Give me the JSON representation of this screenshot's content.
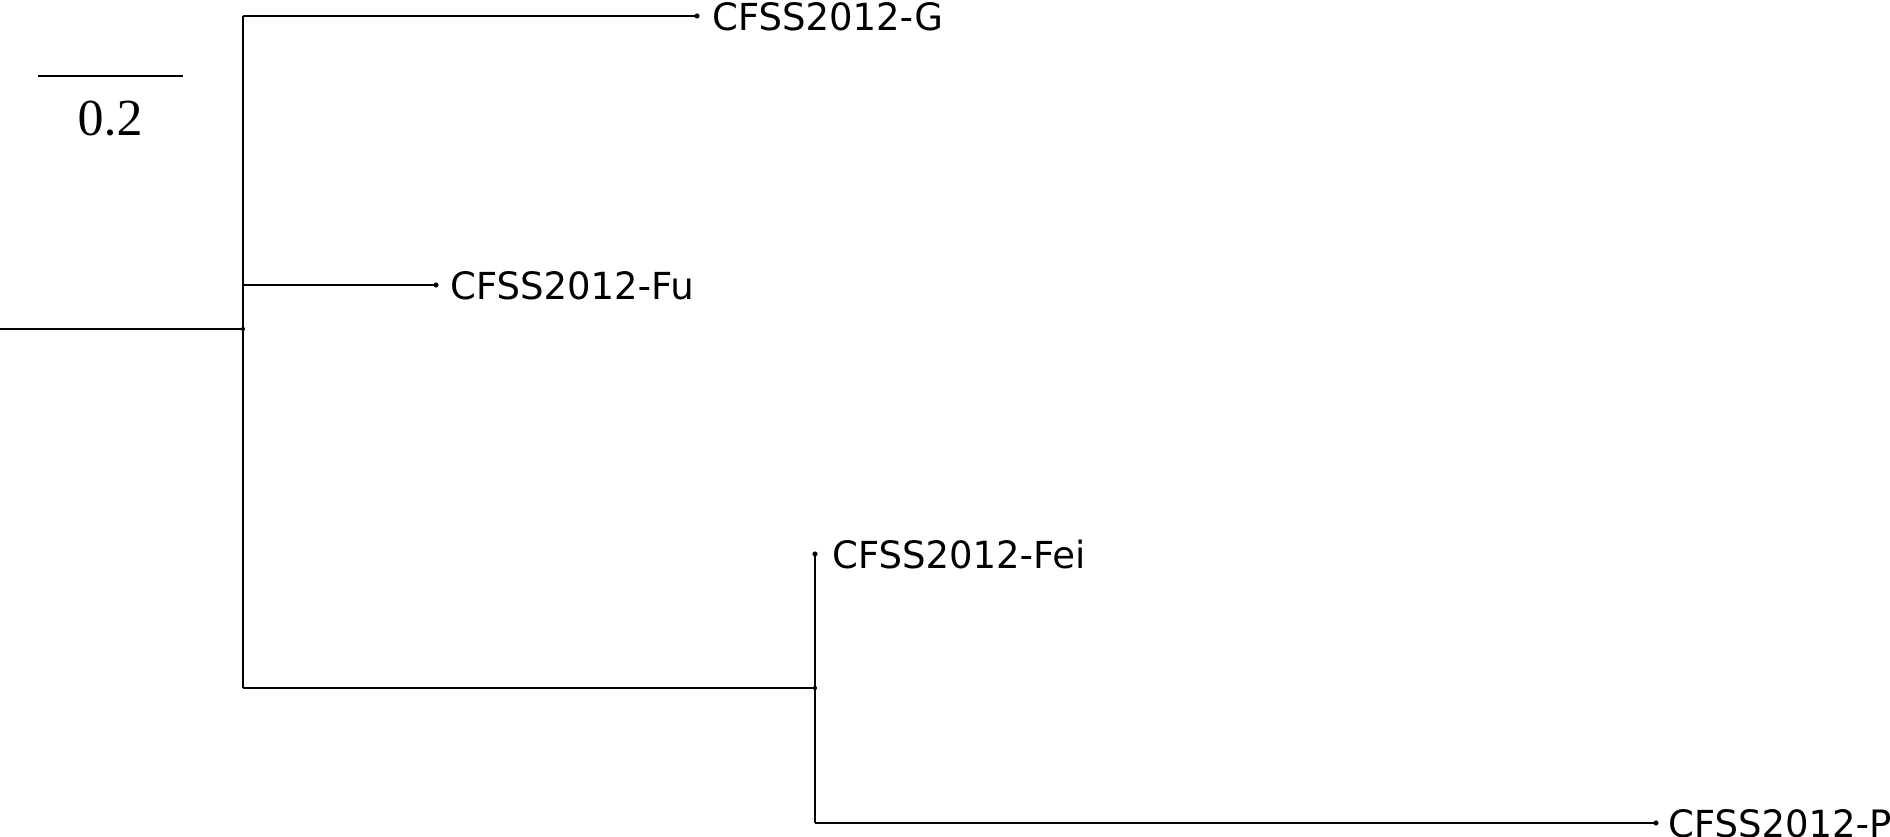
{
  "scale_bar": {
    "label": "0.2",
    "length": 0.2
  },
  "tree": {
    "root_branch_length": 0.34,
    "children": [
      {
        "name": "CFSS2012-G",
        "branch_length": 0.635
      },
      {
        "name": "CFSS2012-Fu",
        "branch_length": 0.27
      },
      {
        "branch_length": 0.8,
        "children": [
          {
            "name": "CFSS2012-Fei",
            "branch_length": 0.0
          },
          {
            "name": "CFSS2012-P",
            "branch_length": 1.175
          }
        ]
      }
    ]
  },
  "colors": {
    "line": "#000000",
    "background": "#ffffff"
  }
}
